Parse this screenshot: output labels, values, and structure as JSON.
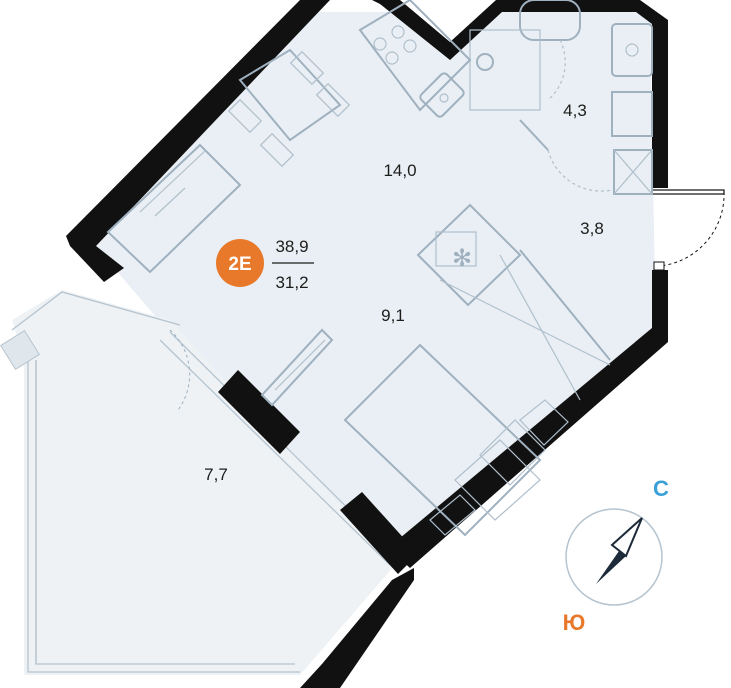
{
  "apartment": {
    "type_badge": "2E",
    "total_area": "38,9",
    "living_area": "31,2",
    "badge_color": "#e8792a"
  },
  "rooms": {
    "kitchen_living": "14,0",
    "bathroom": "4,3",
    "hallway": "3,8",
    "bedroom": "9,1",
    "balcony": "7,7"
  },
  "compass": {
    "north": "С",
    "south": "Ю",
    "north_color": "#3aa0d8",
    "south_color": "#e8792a"
  },
  "colors": {
    "floor": "#e9eff4",
    "wall": "#111111",
    "furniture": "#9fb0bf"
  }
}
